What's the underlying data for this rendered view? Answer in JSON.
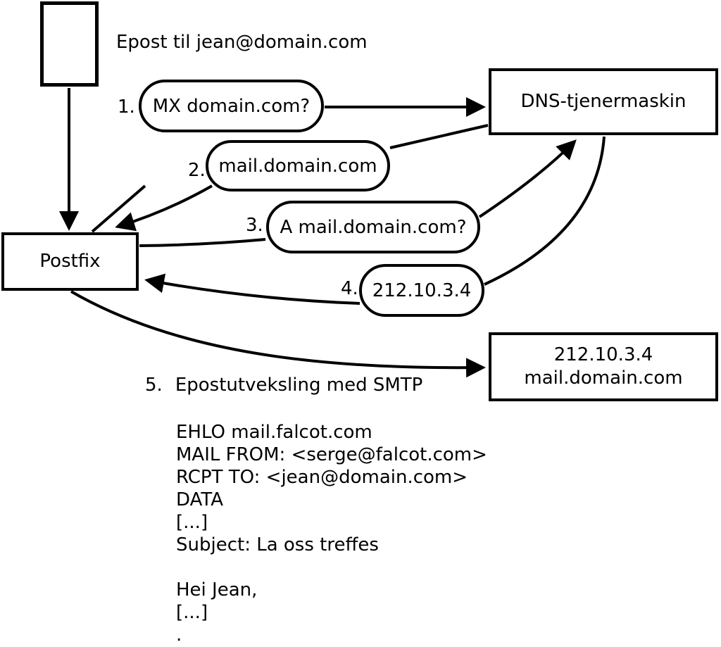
{
  "title": "Epost til jean@domain.com",
  "nodes": {
    "client": {
      "label": ""
    },
    "postfix": {
      "label": "Postfix"
    },
    "dns": {
      "label": "DNS-tjenermaskin"
    },
    "mailserver": {
      "line1": "212.10.3.4",
      "line2": "mail.domain.com"
    }
  },
  "steps": [
    {
      "num": "1.",
      "label": "MX domain.com?"
    },
    {
      "num": "2.",
      "label": "mail.domain.com"
    },
    {
      "num": "3.",
      "label": "A mail.domain.com?"
    },
    {
      "num": "4.",
      "label": "212.10.3.4"
    },
    {
      "num": "5.",
      "label": "Epostutveksling med SMTP"
    }
  ],
  "smtp_session": {
    "lines": [
      "EHLO mail.falcot.com",
      "MAIL FROM: <serge@falcot.com>",
      "RCPT TO: <jean@domain.com>",
      "DATA",
      "[...]",
      "Subject: La oss treffes",
      "",
      "Hei Jean,",
      "[...]",
      "."
    ]
  },
  "colors": {
    "stroke": "#000000",
    "background": "#ffffff"
  }
}
